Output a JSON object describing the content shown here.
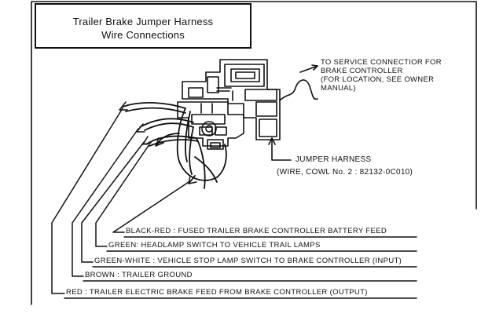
{
  "title": {
    "line1": "Trailer Brake Jumper Harness",
    "line2": "Wire Connections"
  },
  "service_note": [
    "TO SERVICE CONNECTIOR FOR",
    "BRAKE CONTROLLER",
    "(FOR LOCATION, SEE OWNER",
    "MANUAL)"
  ],
  "jumper_harness": {
    "label": "JUMPER HARNESS",
    "part": "(WIRE, COWL No. 2 : 82132-0C010)"
  },
  "legend": [
    "BLACK-RED : FUSED TRAILER BRAKE CONTROLLER BATTERY FEED",
    "GREEN: HEADLAMP SWITCH TO VEHICLE TRAIL LAMPS",
    "GREEN-WHITE : VEHICLE STOP LAMP SWITCH TO BRAKE CONTROLLER (INPUT)",
    "BROWN : TRAILER GROUND",
    "RED : TRAILER ELECTRIC BRAKE FEED FROM BRAKE CONTROLLER (OUTPUT)"
  ]
}
